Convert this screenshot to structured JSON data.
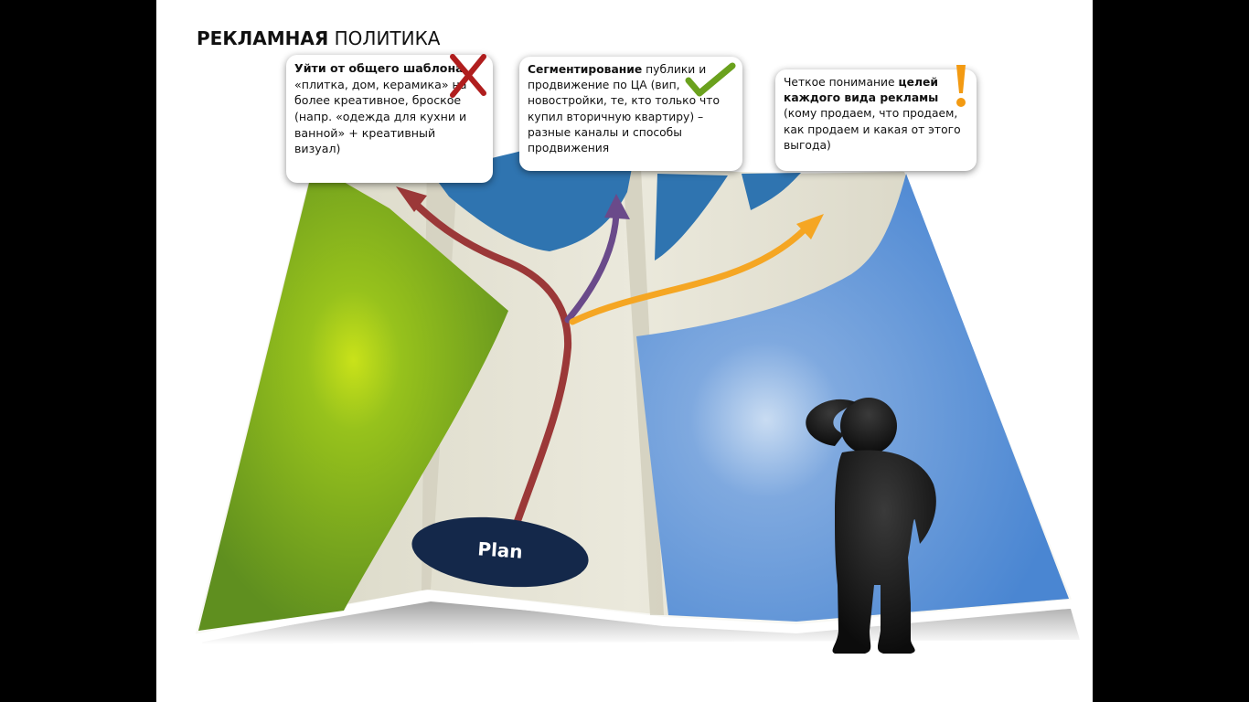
{
  "title": {
    "bold": "РЕКЛАМНАЯ",
    "normal": "ПОЛИТИКА"
  },
  "bubbles": [
    {
      "bold": "Уйти от общего шаблона",
      "text": "«плитка, дом, керамика» на более креативное, броское (напр. «одежда для кухни и ванной» + креативный визуал)"
    },
    {
      "bold": "Сегментирование",
      "text": "публики и продвижение по ЦА (вип, новостройки, те, кто только что купил вторичную квартиру) – разные каналы и способы продвижения"
    },
    {
      "pre": "Четкое понимание",
      "bold": "целей каждого вида рекламы",
      "text": "(кому продаем, что продаем, как продаем и какая от этого выгода)"
    }
  ],
  "plan_label": "Plan",
  "colors": {
    "green_area": "#6e9e1f",
    "blue_area": "#4a87d0",
    "path_red": "#9b3838",
    "path_purple": "#6a4a8a",
    "path_orange": "#f5a623",
    "cross": "#b01e1e",
    "check": "#6aa11d",
    "exclamation": "#f39a12",
    "plan_ellipse": "#14284a"
  },
  "icons": [
    "cross-icon",
    "check-icon",
    "exclamation-icon",
    "person-icon"
  ]
}
